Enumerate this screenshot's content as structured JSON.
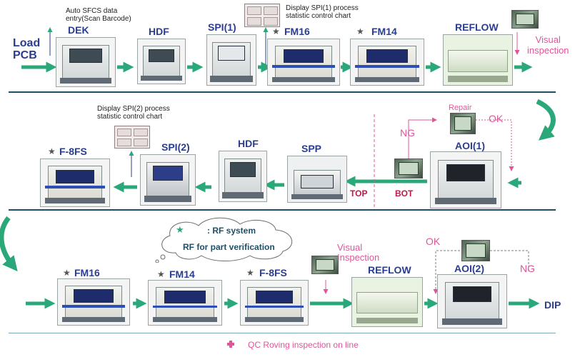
{
  "colors": {
    "arrow": "#2aa87a",
    "label_blue": "#2a3d8f",
    "pink": "#e0559a",
    "red": "#c01848",
    "separator": "#1d4f66"
  },
  "row1": {
    "load_pcb_line1": "Load",
    "load_pcb_line2": "PCB",
    "sfcs_note_line1": "Auto SFCS data",
    "sfcs_note_line2": "entry(Scan Barcode)",
    "dek": "DEK",
    "hdf": "HDF",
    "spi1": "SPI(1)",
    "spi1_note_line1": "Display SPI(1) process",
    "spi1_note_line2": "statistic control chart",
    "fm16": "FM16",
    "fm14": "FM14",
    "reflow": "REFLOW",
    "visual_line1": "Visual",
    "visual_line2": "inspection"
  },
  "row2": {
    "f8fs": "F-8FS",
    "spi2": "SPI(2)",
    "spi2_note_line1": "Display SPI(2) process",
    "spi2_note_line2": "statistic control chart",
    "hdf": "HDF",
    "spp": "SPP",
    "top": "TOP",
    "bot": "BOT",
    "ng": "NG",
    "repair": "Repair",
    "ok": "OK",
    "aoi1": "AOI(1)"
  },
  "row3": {
    "cloud_line1": ": RF system",
    "cloud_line2": "RF for part verification",
    "fm16": "FM16",
    "fm14": "FM14",
    "f8fs": "F-8FS",
    "visual_line1": "Visual",
    "visual_line2": "Inspection",
    "reflow": "REFLOW",
    "ok": "OK",
    "aoi2": "AOI(2)",
    "ng": "NG",
    "dip": "DIP"
  },
  "footer": {
    "qc": "QC Roving  inspection on line"
  },
  "icons": [
    "star-icon",
    "green-star-icon",
    "pink-cross-icon",
    "flow-arrow-icon",
    "curved-arrow-icon"
  ]
}
